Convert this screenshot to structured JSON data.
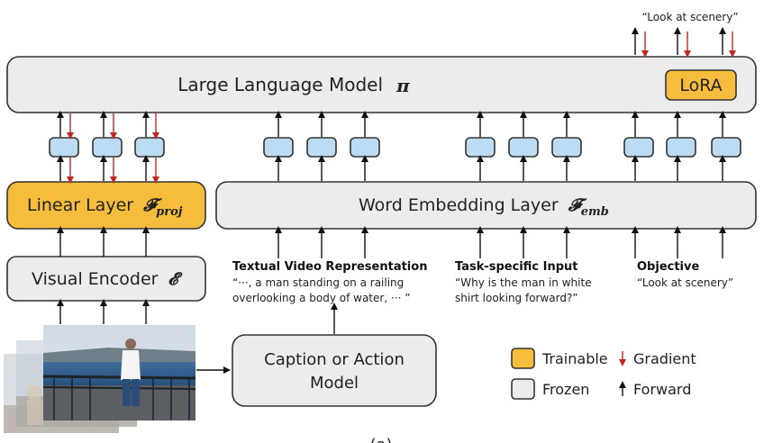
{
  "llm": {
    "label": "Large Language Model",
    "symbol": "π",
    "lora": "LoRA"
  },
  "linear": {
    "label": "Linear Layer",
    "symbol": "𝓕",
    "sub": "proj"
  },
  "embedding": {
    "label": "Word Embedding Layer",
    "symbol": "𝓕",
    "sub": "emb"
  },
  "encoder": {
    "label": "Visual Encoder",
    "symbol": "𝓔"
  },
  "caption_model": {
    "line1": "Caption or Action",
    "line2": "Model"
  },
  "textual": {
    "heading": "Textual Video Representation",
    "line1": "“···, a man standing on a railing",
    "line2": "overlooking a body of water, ··· ”"
  },
  "task": {
    "heading": "Task-specific Input",
    "line1": "“Why is the man in white",
    "line2": "shirt looking forward?”"
  },
  "objective": {
    "heading": "Objective",
    "text": "“Look at scenery”"
  },
  "output": {
    "text": "“Look at scenery”"
  },
  "legend": {
    "trainable": "Trainable",
    "frozen": "Frozen",
    "gradient": "Gradient",
    "forward": "Forward"
  },
  "caption": "(a)",
  "colors": {
    "trainable": "#f6bd3c",
    "frozen": "#ececec",
    "token": "#bcdcf4",
    "gradient": "#c0281e"
  }
}
